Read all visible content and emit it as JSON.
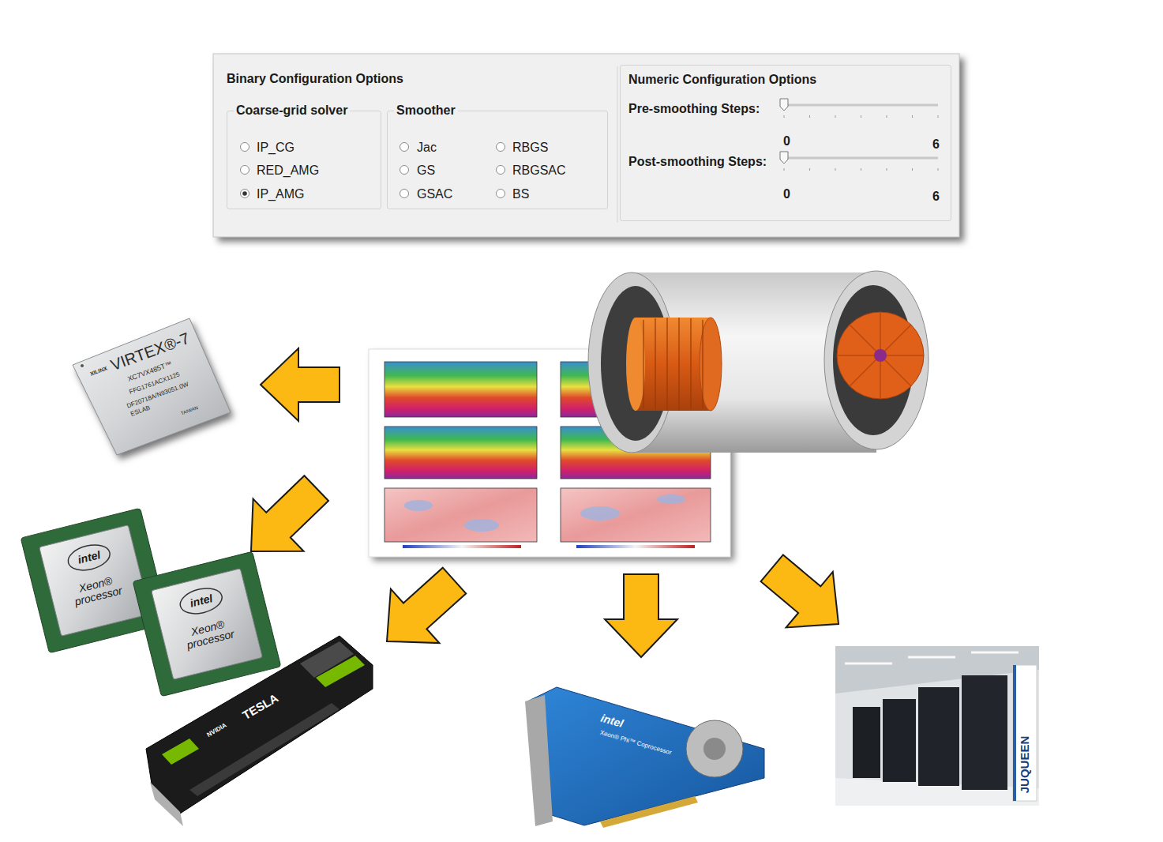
{
  "diagram": {
    "nodes": [
      {
        "text": [
          "Binary Configuration Options"
        ]
      },
      {
        "text": [
          "Coarse-grid solver",
          "IP_CG",
          "RED_AMG",
          "IP_AMG"
        ],
        "in": 0
      },
      {
        "text": [
          "Smoother",
          "Jac",
          "GS",
          "GSAC",
          "RBGS",
          "RBGSAC",
          "BS"
        ],
        "in": 0
      },
      {
        "text": [
          "Numeric Configuration Options",
          "Pre-smoothing Steps:",
          "0",
          "6",
          "Post-smoothing Steps:",
          "0",
          "6"
        ]
      }
    ],
    "labels": [
      "XILINX",
      "VIRTEX®-7",
      "XC7VX485T™",
      "FFG1761ACX1125",
      "DF20718A/N93051.0W",
      "ESLAB",
      "TAIWAN",
      "intel",
      "Xeon® processor",
      "intel",
      "Xeon® processor",
      "NVIDIA",
      "TESLA",
      "intel",
      "Xeon® Phi™ Coprocessor",
      "JUQUEEN"
    ]
  }
}
